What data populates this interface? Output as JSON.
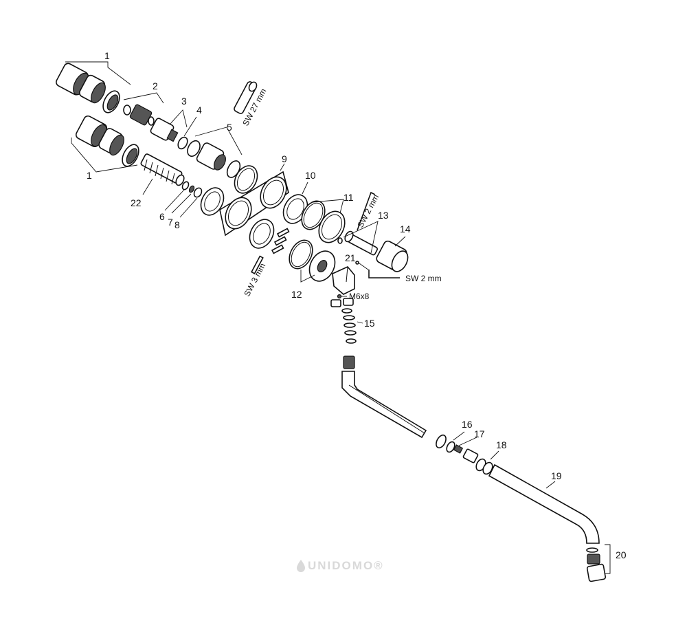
{
  "callouts": {
    "c1a": "1",
    "c2": "2",
    "c3": "3",
    "c4": "4",
    "c5": "5",
    "c1b": "1",
    "c22": "22",
    "c6": "6",
    "c7": "7",
    "c8": "8",
    "c9": "9",
    "c10": "10",
    "c11": "11",
    "c13": "13",
    "c14": "14",
    "c21": "21",
    "c12": "12",
    "c15": "15",
    "c16": "16",
    "c17": "17",
    "c18": "18",
    "c19": "19",
    "c20": "20"
  },
  "tool_labels": {
    "sw27": "SW 27 mm",
    "sw2a": "SW 2 mm",
    "sw2b": "SW 2 mm",
    "sw3": "SW 3 mm",
    "m6x8": "M6x8"
  },
  "watermark": "UNIDOMO®",
  "watermark_icon": "drop-icon"
}
